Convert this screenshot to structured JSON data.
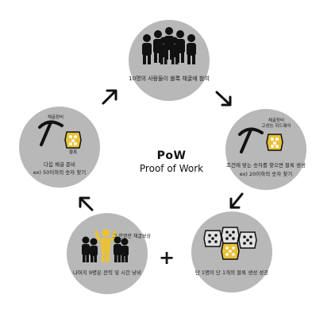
{
  "center": {
    "title": "PoW",
    "subtitle": "Proof of Work"
  },
  "plus": "+",
  "steps": {
    "top": {
      "caption": "10명의 사람들이 블록 채굴에 참여"
    },
    "right": {
      "equip_label": "채굴장비",
      "equip_sub": "고성능 하드웨어",
      "line1": "조건에 맞는 숫자를 찾으면 블록 생성",
      "line2": "ex) 20이하의 숫자 찾기"
    },
    "bottom_right": {
      "caption": "단 1명이 단 1개의 블록 생성 성공"
    },
    "bottom_left": {
      "reward": "그 한명만 채굴보상",
      "caption": "나머지 9명은 전력 및 시간 낭비"
    },
    "left": {
      "equip_label": "채굴장비",
      "block_label": "블록",
      "line1": "다음 채굴 준비",
      "line2": "ex) 50이하의 숫자 찾기"
    }
  },
  "colors": {
    "circle": "#b8b8b8",
    "ink": "#1a1a1a",
    "block": "#e8c23a",
    "block_gray": "#e0e0e0"
  }
}
